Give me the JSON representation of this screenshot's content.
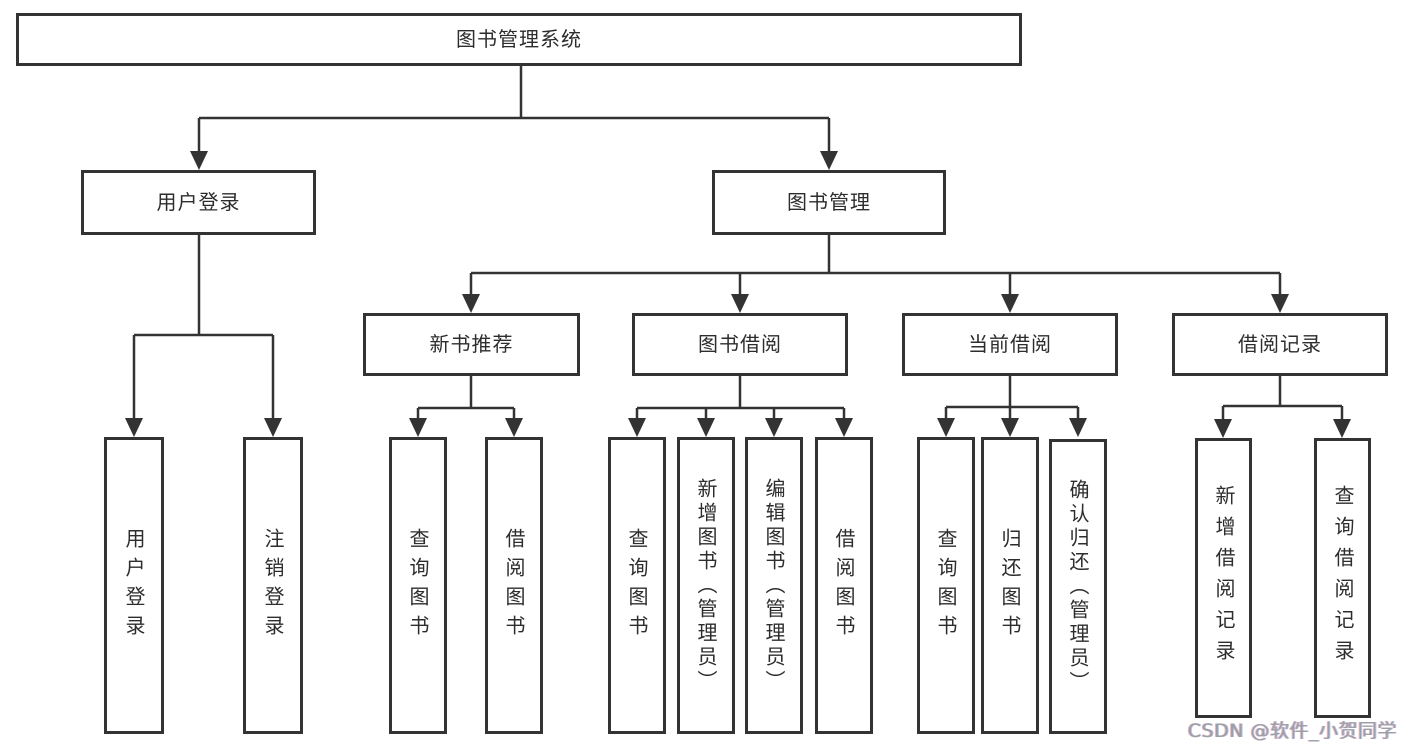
{
  "diagram_type": "hierarchy-tree",
  "nodes": {
    "root": "图书管理系统",
    "level2": [
      "用户登录",
      "图书管理"
    ],
    "level3": [
      "新书推荐",
      "图书借阅",
      "当前借阅",
      "借阅记录"
    ],
    "leaves": {
      "user_login": [
        "用户登录",
        "注销登录"
      ],
      "new_book_recommend": [
        "查询图书",
        "借阅图书"
      ],
      "book_borrow": [
        "查询图书",
        "新增图书（管理员）",
        "编辑图书（管理员）",
        "借阅图书"
      ],
      "current_borrow": [
        "查询图书",
        "归还图书",
        "确认归还（管理员）"
      ],
      "borrow_record": [
        "新增借阅记录",
        "查询借阅记录"
      ]
    }
  },
  "watermark": "CSDN @软件_小贺同学",
  "colors": {
    "line": "#333333",
    "box_border": "#333333",
    "text": "#2d2d2d",
    "background": "#ffffff",
    "watermark_text": "#9aa0a6"
  }
}
